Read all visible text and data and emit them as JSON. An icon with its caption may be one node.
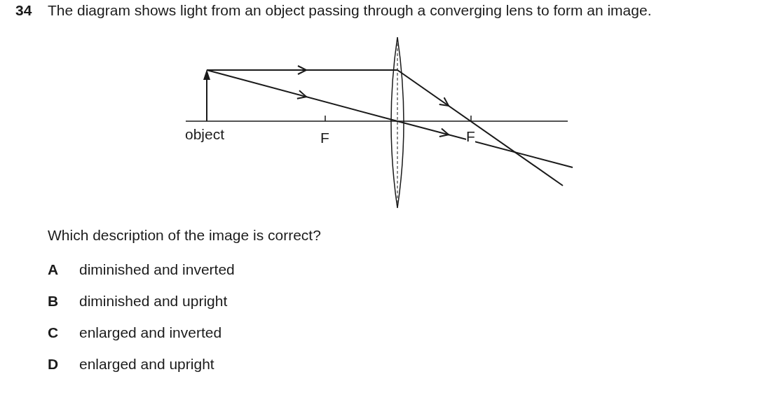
{
  "diagram": {
    "labels": [
      "34",
      "The diagram shows light from an object passing through a converging lens to form an image.",
      "object",
      "F",
      "F",
      "Which description of the image is correct?",
      "A",
      "diminished and inverted",
      "B",
      "diminished and upright",
      "C",
      "enlarged and inverted",
      "D",
      "enlarged and upright"
    ]
  }
}
